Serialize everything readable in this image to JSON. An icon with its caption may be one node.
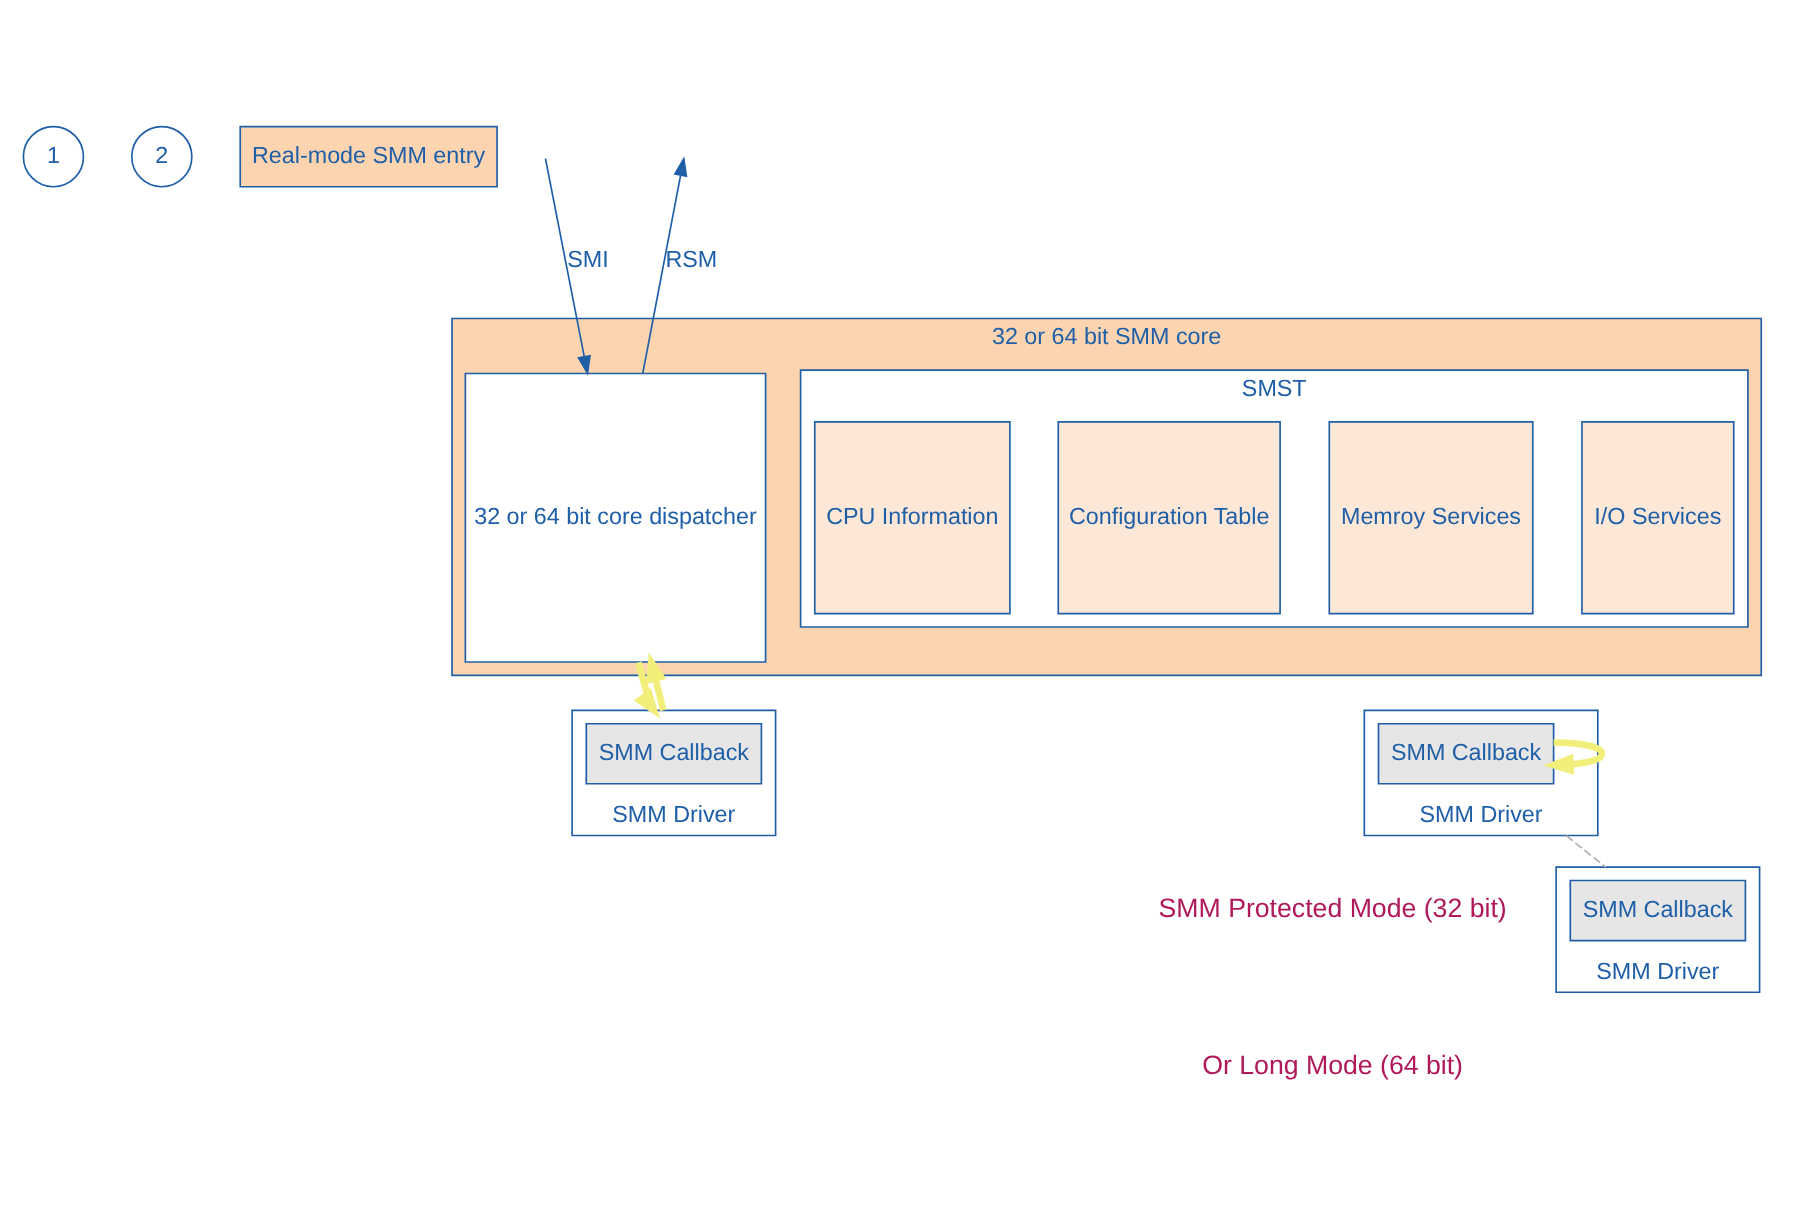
{
  "diagram": {
    "nodes": [
      {
        "text": [
          "1"
        ]
      },
      {
        "text": [
          "2"
        ]
      },
      {
        "text": [
          "Real-mode SMM entry"
        ]
      },
      {
        "text": [
          "32 or 64 bit SMM core"
        ]
      },
      {
        "text": [
          "32 or 64 bit core dispatcher"
        ],
        "in": 3
      },
      {
        "text": [
          "SMST"
        ],
        "in": 3
      },
      {
        "text": [
          "I/O Services"
        ],
        "in": 5
      },
      {
        "text": [
          "Memroy Services"
        ],
        "in": 5
      },
      {
        "text": [
          "Configuration Table"
        ],
        "in": 5
      },
      {
        "text": [
          "CPU Information"
        ],
        "in": 5
      },
      {
        "text": [
          "SMM Driver"
        ]
      },
      {
        "text": [
          "SMM Callback"
        ],
        "in": 10
      },
      {
        "text": [
          "SMM Driver"
        ]
      },
      {
        "text": [
          "SMM Callback"
        ],
        "in": 12
      },
      {
        "text": [
          "SMM Driver"
        ]
      },
      {
        "text": [
          "SMM Callback"
        ],
        "in": 14
      }
    ],
    "edges": [
      {
        "from": null,
        "to": 4,
        "arrow": "to",
        "label": "SMI",
        "color": "#1f5fa8"
      },
      {
        "from": 4,
        "to": null,
        "arrow": "to",
        "label": "RSM",
        "color": "#1f5fa8"
      },
      {
        "from": 4,
        "to": 10,
        "arrow": "to",
        "style": "thick",
        "color": "#f2ee7a"
      },
      {
        "from": 10,
        "to": 4,
        "arrow": "to",
        "style": "thick",
        "color": "#f2ee7a"
      },
      {
        "from": 13,
        "to": 13,
        "arrow": "to",
        "style": "thick",
        "color": "#f2ee7a"
      },
      {
        "from": 12,
        "to": 14,
        "arrow": "none",
        "style": "dashed",
        "color": "#b0b0b0"
      }
    ],
    "labels": [
      "SMM Protected Mode (32 bit)",
      "Or Long Mode (64 bit)"
    ]
  }
}
